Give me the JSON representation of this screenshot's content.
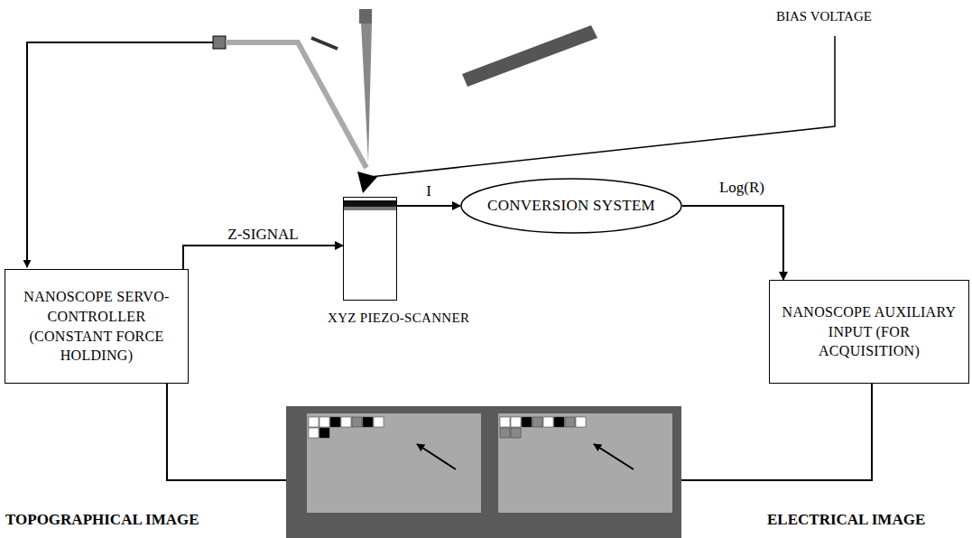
{
  "diagram": {
    "nodes": [
      {
        "text": [
          "CONVERSION SYSTEM"
        ]
      },
      {
        "text": [
          "XYZ PIEZO-SCANNER"
        ]
      },
      {
        "text": [
          "NANOSCOPE SERVO-CONTROLLER (CONSTANT FORCE HOLDING)"
        ]
      },
      {
        "text": [
          "NANOSCOPE AUXILIARY INPUT (FOR ACQUISITION)"
        ]
      }
    ],
    "edges": [
      {
        "from": 2,
        "to": 1,
        "label": "Z-SIGNAL",
        "arrow": "to"
      },
      {
        "from": 1,
        "to": 0,
        "label": "I",
        "arrow": "to"
      },
      {
        "from": 0,
        "to": 3,
        "label": "Log(R)",
        "arrow": "to"
      }
    ],
    "labels": [
      "BIAS VOLTAGE",
      "TOPOGRAPHICAL IMAGE",
      "ELECTRICAL IMAGE"
    ]
  }
}
